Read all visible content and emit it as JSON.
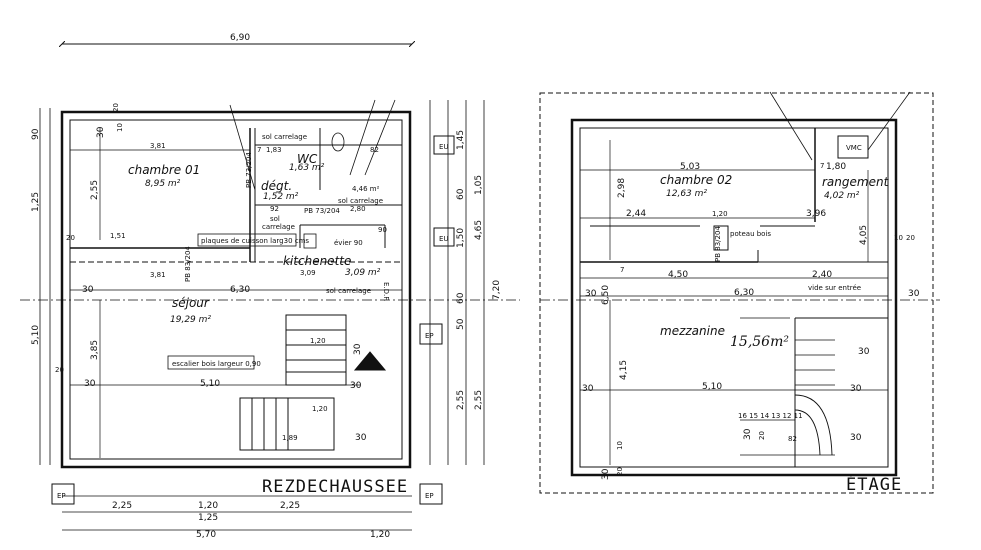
{
  "ground": {
    "title": "REZDECHAUSSEE",
    "top_dim": "6,90",
    "rooms": {
      "chambre01": {
        "name": "chambre 01",
        "area": "8,95 m²"
      },
      "wc": {
        "name": "WC",
        "area": "1,63 m²"
      },
      "degt": {
        "name": "dégt.",
        "area": "1,52 m²"
      },
      "kitchenette": {
        "name": "kitchenette",
        "area": "3,09 m²"
      },
      "sejour": {
        "name": "séjour",
        "area": "19,29 m²"
      }
    },
    "notes": {
      "sol_carrelage": "sol carrelage",
      "sol": "sol",
      "carrelage": "carrelage",
      "area_446": "4,46 m²",
      "plaques": "plaques de cuisson larg30 cms",
      "evier": "évier 90",
      "escalier": "escalier bois largeur 0,90",
      "edf": "E.D.F."
    },
    "labels": {
      "eu": "EU",
      "ep": "EP"
    },
    "dims": {
      "d381a": "3,81",
      "d183": "1,83",
      "d7": "7",
      "d82": "82",
      "d92": "92",
      "d280": "2,80",
      "d90": "90",
      "d151": "1,51",
      "d381b": "3,81",
      "d309": "3,09",
      "d630": "6,30",
      "d30": "30",
      "d20": "20",
      "d10": "10",
      "d120": "1,20",
      "d510": "5,10",
      "d189": "1,89",
      "d255": "2,55",
      "d385": "3,85",
      "d125": "1,25",
      "d145": "1,45",
      "d105": "1,05",
      "d60": "60",
      "d150": "1,50",
      "d465": "4,65",
      "d50": "50",
      "d720": "7,20",
      "d225a": "2,25",
      "d225b": "2,25",
      "d120b": "1,20",
      "d125b": "1,25",
      "d570": "5,70",
      "d120c": "1,20",
      "pb": "PB 73/204",
      "pb2": "PB 83/204",
      "pb3": "PB 73/204"
    }
  },
  "upper": {
    "title": "ÉTAGE",
    "rooms": {
      "chambre02": {
        "name": "chambre 02",
        "area": "12,63 m²"
      },
      "rangement": {
        "name": "rangement",
        "area": "4,02 m²"
      },
      "mezzanine": {
        "name": "mezzanine",
        "area": "15,56m²"
      },
      "vide": {
        "name": "vide sur entrée"
      }
    },
    "notes": {
      "poteau": "poteau bois",
      "vmc": "VMC",
      "pb": "PB 83/204"
    },
    "dims": {
      "d503": "5,03",
      "d180": "1,80",
      "d298": "2,98",
      "d244": "2,44",
      "d396": "3,96",
      "d405": "4,05",
      "d450": "4,50",
      "d240": "2,40",
      "d630": "6,30",
      "d650": "6,50",
      "d415": "4,15",
      "d510": "5,10",
      "d82": "82",
      "d30": "30",
      "d20": "20",
      "d10": "10",
      "d7": "7",
      "d120": "1,20",
      "steps": "16 15 14 13 12 11"
    }
  }
}
